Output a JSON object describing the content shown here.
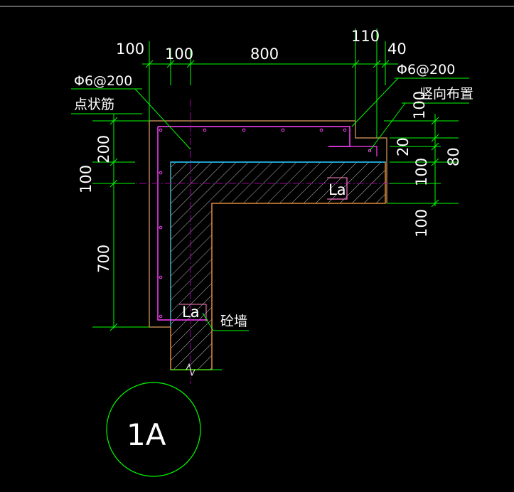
{
  "colors": {
    "background": "#000000",
    "dimension_lines": "#00ff00",
    "concrete_outline": "#e08a3a",
    "hatch": "#c0c0c0",
    "rebar": "#ff40ff",
    "center_line": "#c000c0",
    "pink_outline": "#ff80c0",
    "cyan": "#00c0ff",
    "label_circle": "#00ff00"
  },
  "dimensions": {
    "top_left_100": "100",
    "top_100": "100",
    "top_800": "800",
    "top_110": "110",
    "top_40": "40",
    "right_100_top": "100",
    "right_20": "20",
    "right_80": "80",
    "right_100_mid": "100",
    "right_100_bottom": "100",
    "left_200": "200",
    "left_100": "100",
    "left_700": "700"
  },
  "labels": {
    "rebar_left": "Φ6@200",
    "rebar_left_note": "点状筋",
    "rebar_right": "Φ6@200",
    "rebar_right_note": "竖向布置",
    "la_horizontal": "La",
    "la_vertical": "La",
    "wall": "砼墙",
    "detail_tag": "1A"
  }
}
